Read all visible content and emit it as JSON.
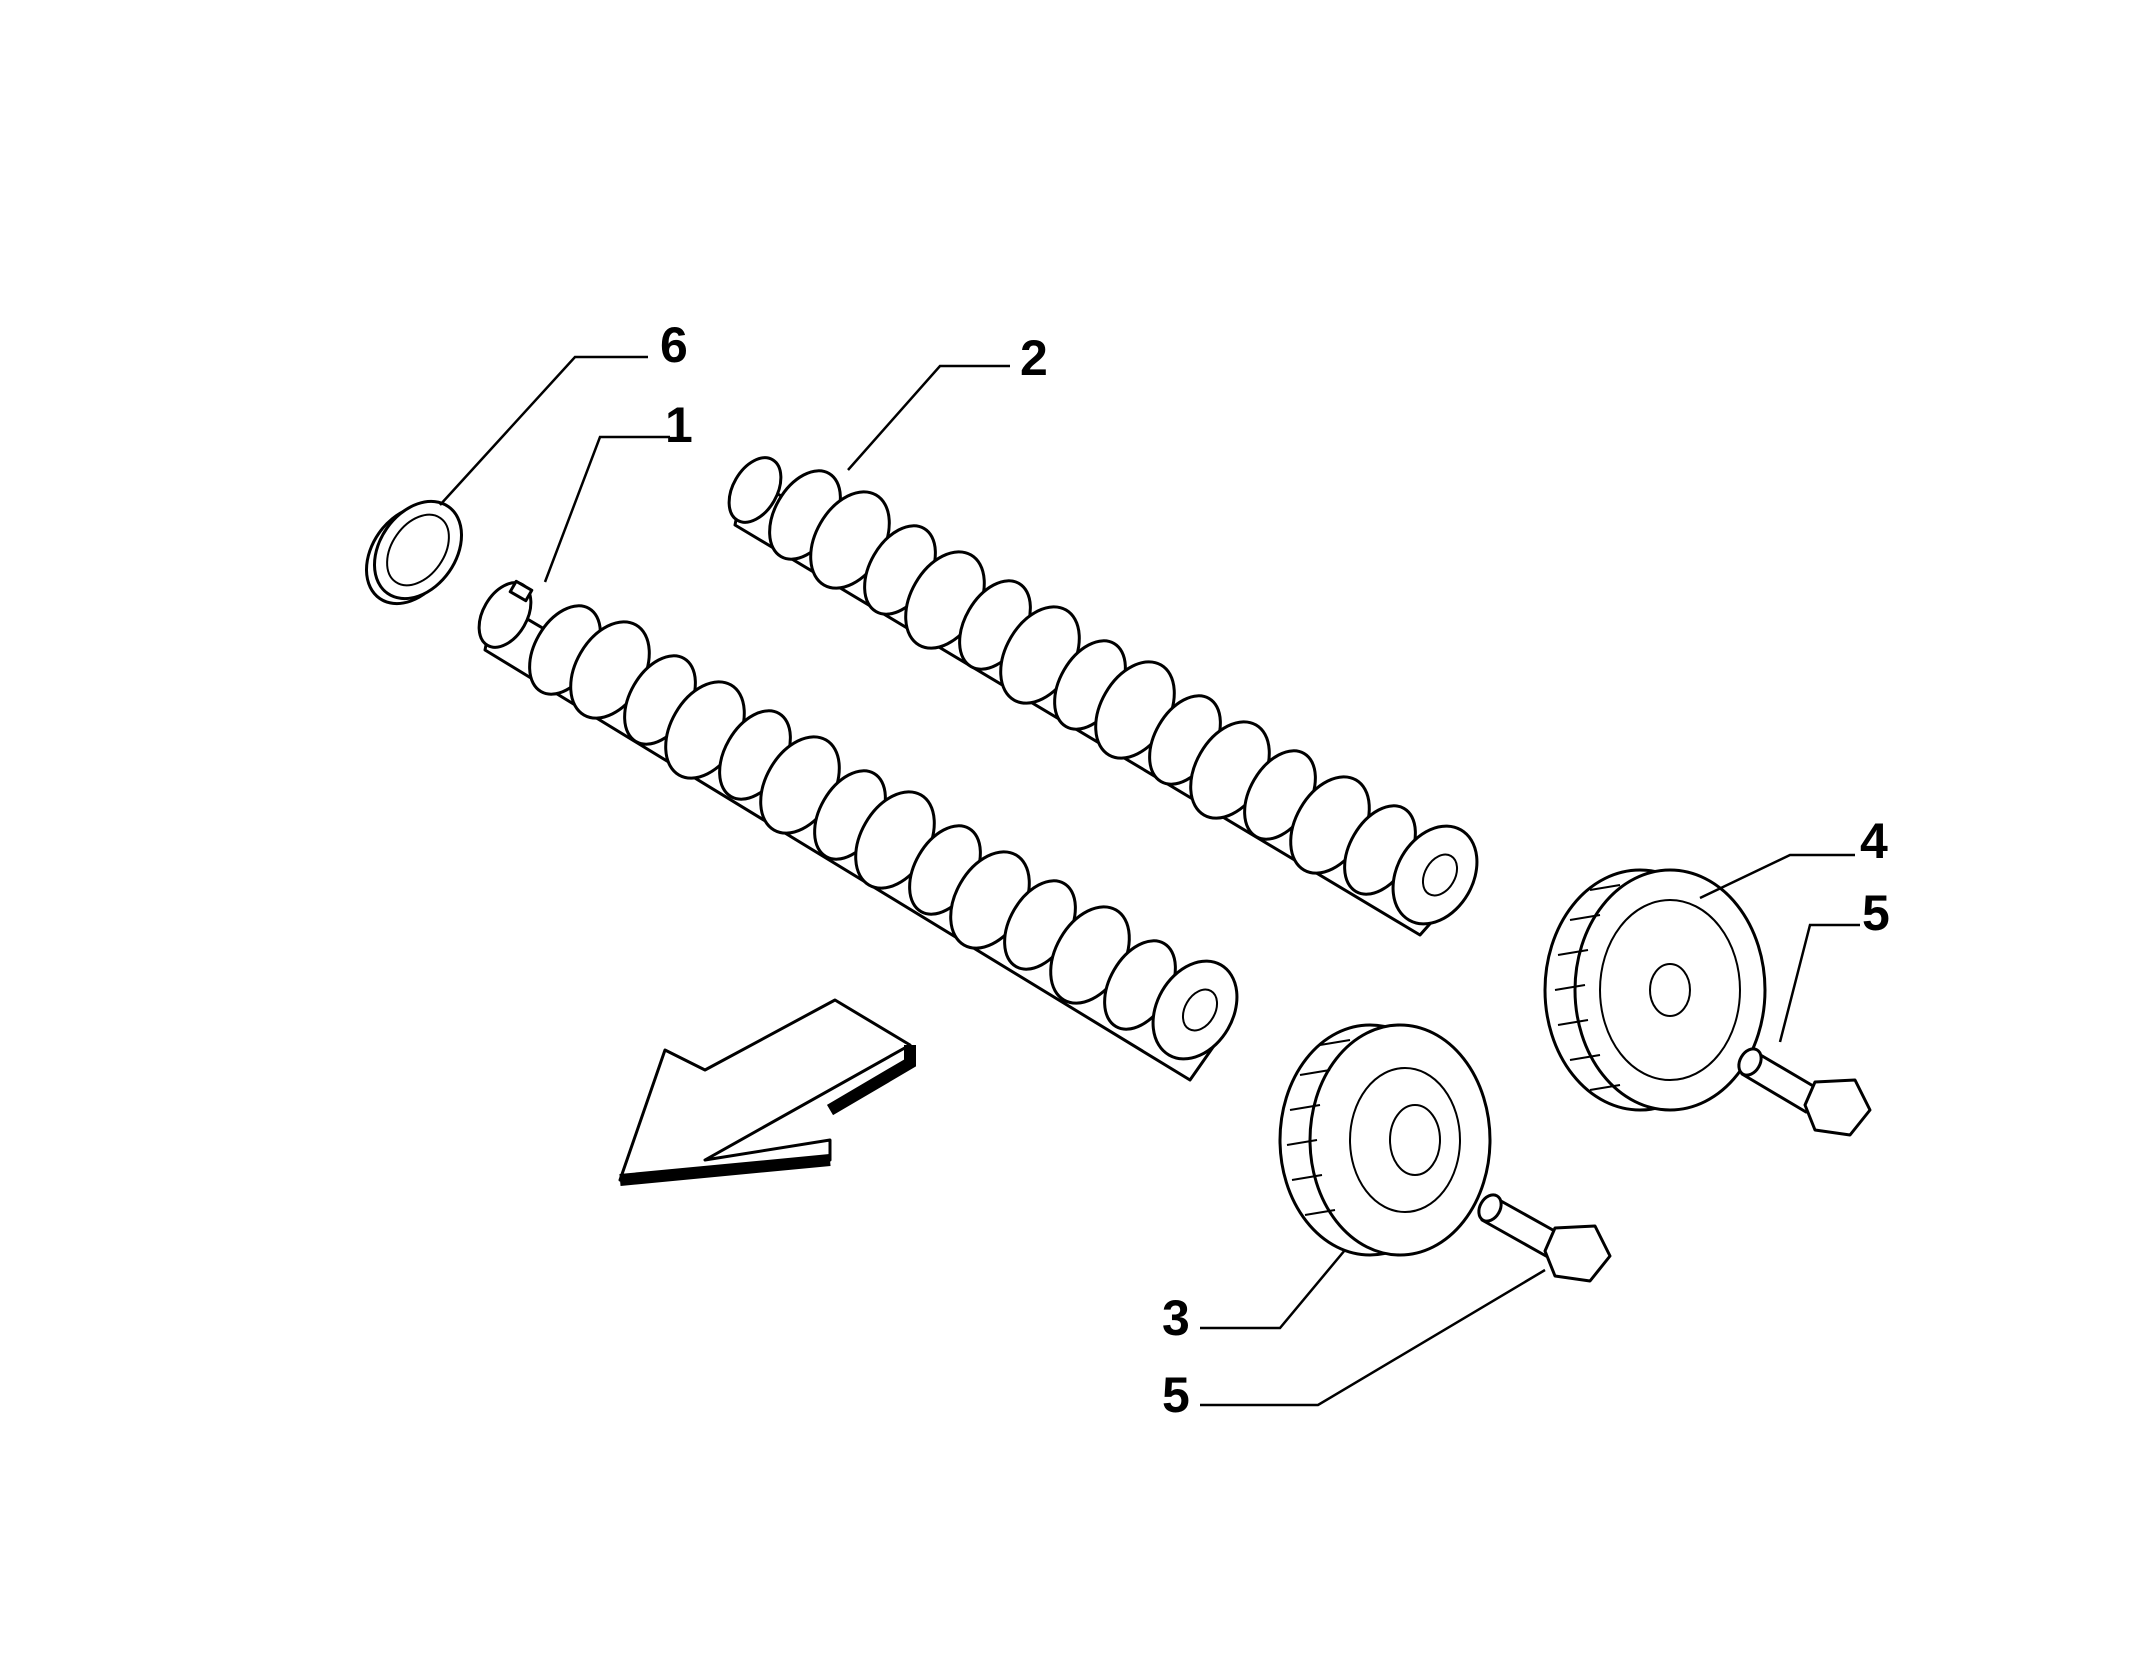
{
  "callouts": [
    {
      "id": "label-6",
      "text": "6"
    },
    {
      "id": "label-1",
      "text": "1"
    },
    {
      "id": "label-2",
      "text": "2"
    },
    {
      "id": "label-4",
      "text": "4"
    },
    {
      "id": "label-5-right",
      "text": "5"
    },
    {
      "id": "label-3",
      "text": "3"
    },
    {
      "id": "label-5-bottom",
      "text": "5"
    }
  ],
  "parts": [
    {
      "ref": "1",
      "icon": "camshaft-icon"
    },
    {
      "ref": "2",
      "icon": "camshaft-icon"
    },
    {
      "ref": "3",
      "icon": "gear-icon"
    },
    {
      "ref": "4",
      "icon": "gear-icon"
    },
    {
      "ref": "5",
      "icon": "bolt-icon"
    },
    {
      "ref": "6",
      "icon": "seal-ring-icon"
    }
  ],
  "direction_indicator": {
    "icon": "arrow-icon"
  }
}
